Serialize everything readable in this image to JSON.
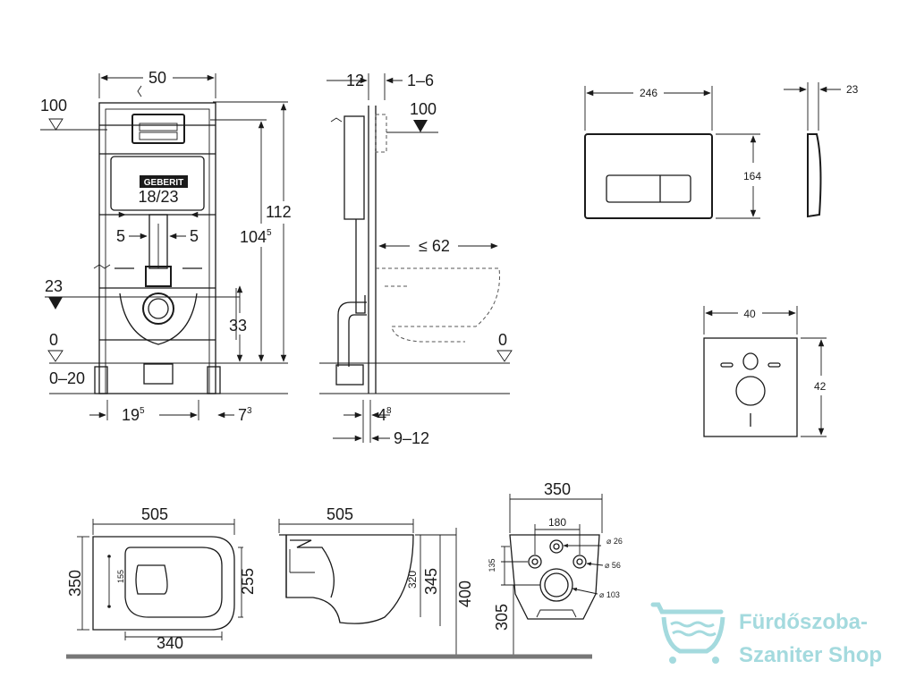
{
  "frame_front": {
    "width": "50",
    "flush_height": "100",
    "total_height": "112",
    "height_sup": "104",
    "height_sup_exp": "5",
    "pipe_spacing": "18/23",
    "pipe_offset_left": "5",
    "pipe_offset_right": "5",
    "drain_level": "23",
    "drain_height": "33",
    "floor_level": "0",
    "floor_range": "0–20",
    "foot_a": "19",
    "foot_a_exp": "5",
    "foot_b": "7",
    "foot_b_exp": "3",
    "brand": "GEBERIT"
  },
  "frame_side": {
    "top_a": "12",
    "top_b": "1–6",
    "flush_height": "100",
    "bowl_depth": "≤ 62",
    "floor_level": "0",
    "foot_a": "4",
    "foot_a_exp": "8",
    "foot_b": "9–12"
  },
  "flush_plate": {
    "width": "246",
    "height": "164",
    "thickness": "23"
  },
  "insulation_pad": {
    "width": "40",
    "height": "42"
  },
  "bowl_top": {
    "length": "505",
    "width": "350",
    "inner_width": "255",
    "bottom_length": "340",
    "hole_spacing": "155"
  },
  "bowl_side": {
    "length": "505",
    "height_a": "320",
    "height_b": "345",
    "height_c": "400"
  },
  "bowl_back": {
    "width": "350",
    "hole_spacing": "180",
    "dia_small": "⌀ 26",
    "dia_mid": "⌀ 56",
    "dia_large": "⌀ 103",
    "height_a": "135",
    "height_b": "305"
  },
  "watermark": {
    "line1": "Fürdőszoba-",
    "line2": "Szaniter Shop",
    "color": "#9bd6db"
  }
}
